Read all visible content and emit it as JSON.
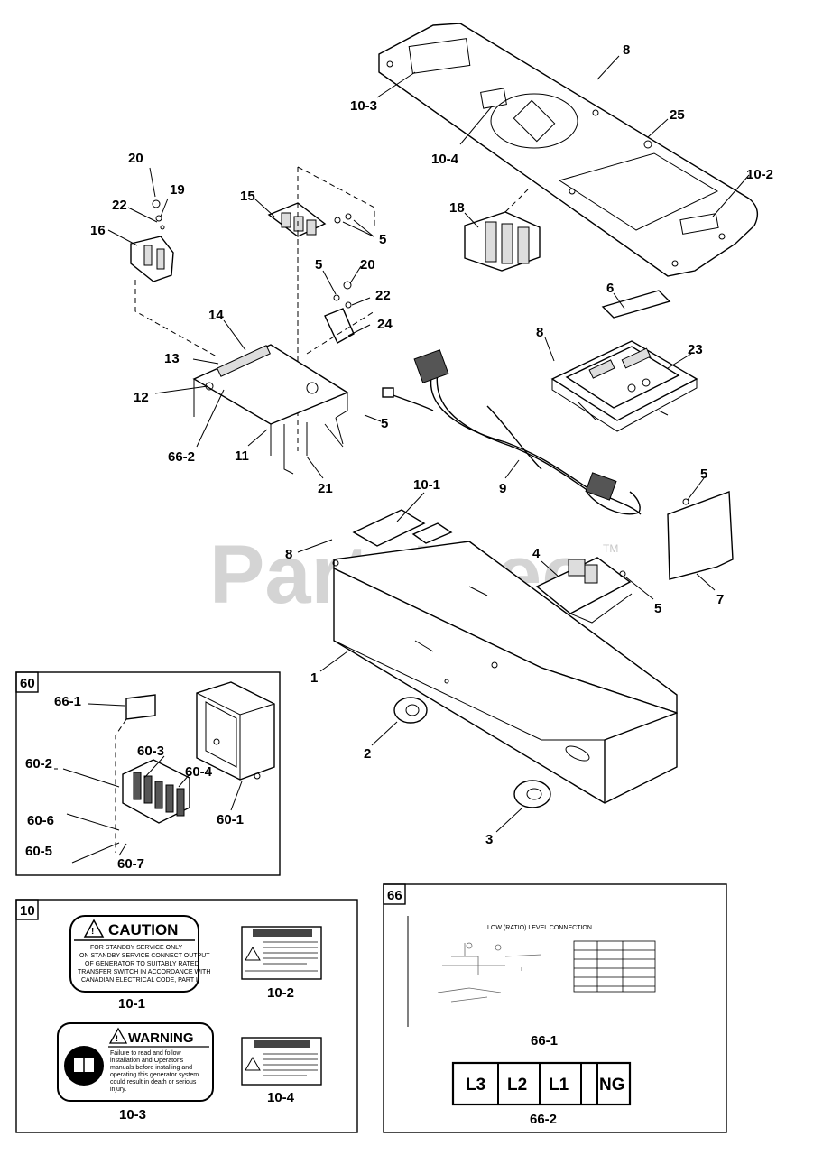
{
  "watermark": {
    "text": "PartsTree",
    "tm": "TM"
  },
  "callouts": {
    "c10_3": "10-3",
    "c10_4": "10-4",
    "c8a": "8",
    "c25": "25",
    "c10_2": "10-2",
    "c20a": "20",
    "c19": "19",
    "c22a": "22",
    "c16": "16",
    "c15": "15",
    "c5a": "5",
    "c18": "18",
    "c5b": "5",
    "c20b": "20",
    "c22b": "22",
    "c24": "24",
    "c14": "14",
    "c13": "13",
    "c12": "12",
    "c66_2a": "66-2",
    "c11": "11",
    "c21": "21",
    "c5c": "5",
    "c6": "6",
    "c8b": "8",
    "c23": "23",
    "c9": "9",
    "c10_1": "10-1",
    "c5d": "5",
    "c8c": "8",
    "c4": "4",
    "c5e": "5",
    "c7": "7",
    "c1": "1",
    "c2": "2",
    "c3": "3"
  },
  "box60": {
    "tag": "60",
    "labels": {
      "l66_1": "66-1",
      "l60_3": "60-3",
      "l60_4": "60-4",
      "l60_2": "60-2",
      "l60_1": "60-1",
      "l60_6": "60-6",
      "l60_5": "60-5",
      "l60_7": "60-7"
    }
  },
  "box10": {
    "tag": "10",
    "caution": {
      "heading": "CAUTION",
      "lines": [
        "FOR STANDBY SERVICE ONLY",
        "ON STANDBY SERVICE CONNECT OUTPUT",
        "OF GENERATOR TO SUITABLY RATED",
        "TRANSFER SWITCH IN ACCORDANCE WITH",
        "CANADIAN ELECTRICAL CODE, PART I"
      ],
      "label": "10-1"
    },
    "warning_big": {
      "heading": "WARNING",
      "lines": [
        "Failure to read and follow",
        "installation and Operator's",
        "manuals before installing and",
        "operating this generator system",
        "could result in death or serious",
        "injury."
      ],
      "label": "10-3"
    },
    "l10_2": "10-2",
    "l10_4": "10-4"
  },
  "box66": {
    "tag": "66",
    "diagram_title": "LOW (RATIO) LEVEL CONNECTION",
    "label_66_1": "66-1",
    "terminals": [
      "L3",
      "L2",
      "L1",
      "",
      "NG"
    ],
    "label_66_2": "66-2"
  }
}
